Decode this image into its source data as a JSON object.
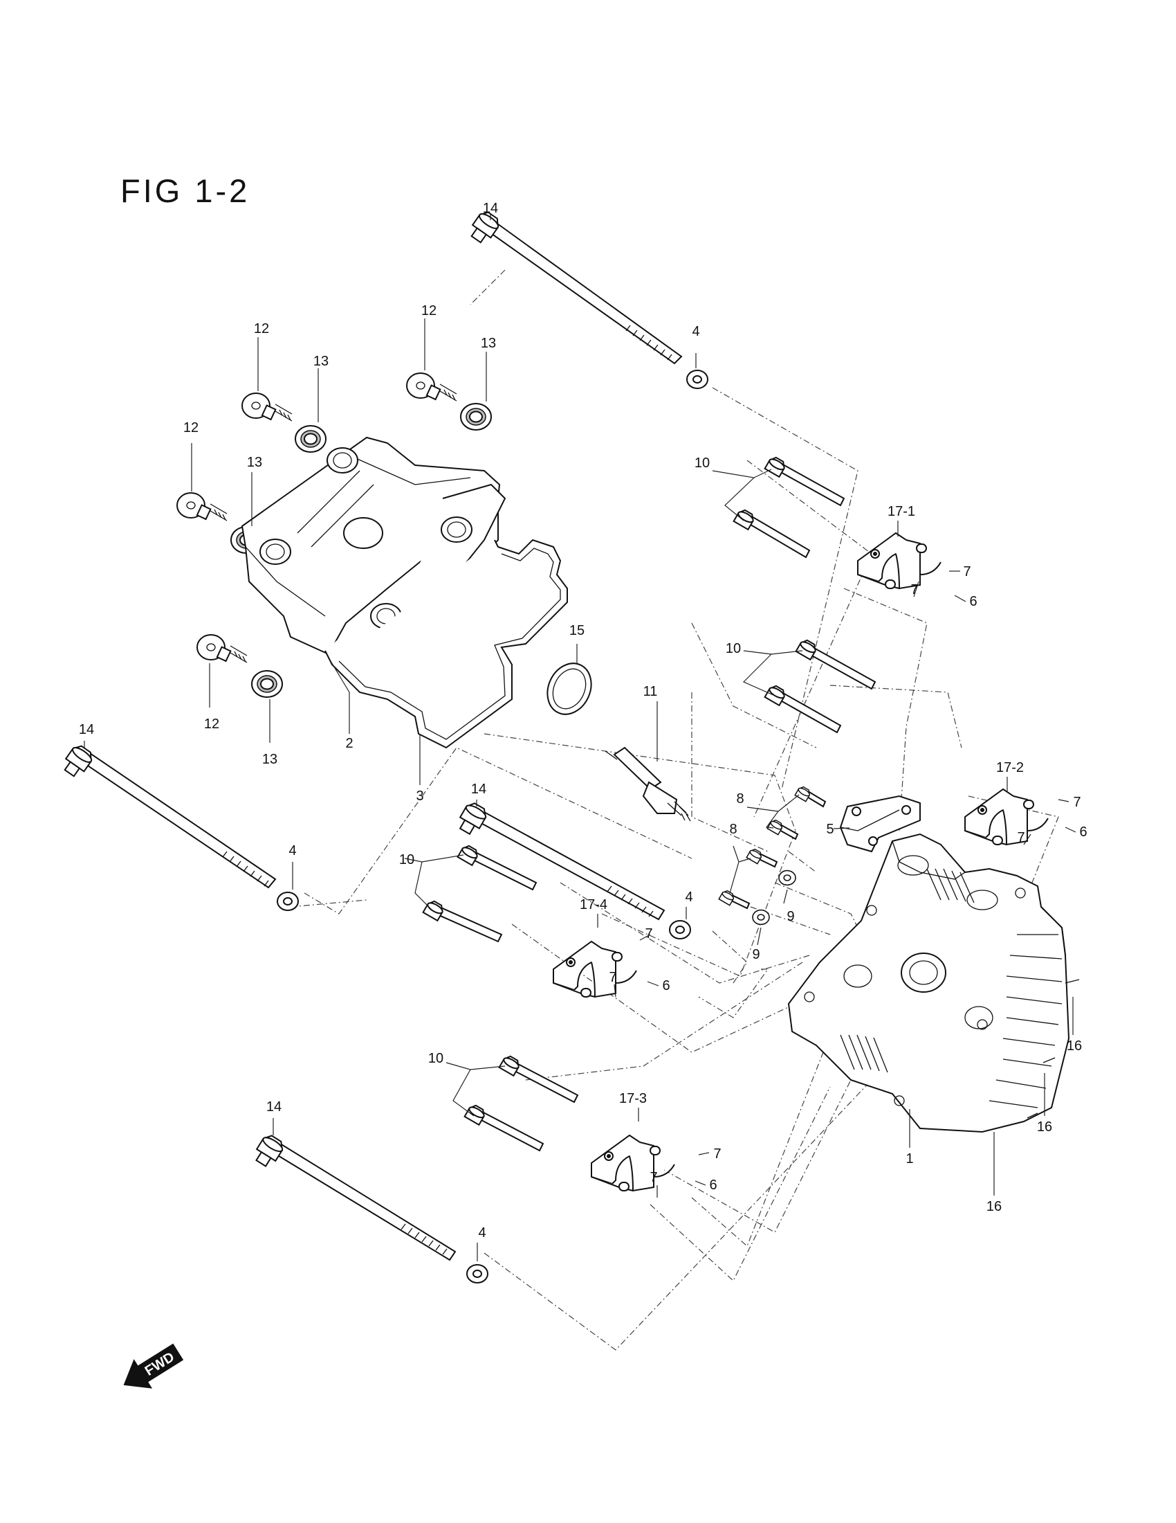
{
  "figure_title": "FIG 1-2",
  "fwd_label": "FWD",
  "labels": {
    "l1": "1",
    "l2": "2",
    "l3": "3",
    "l4a": "4",
    "l4b": "4",
    "l4c": "4",
    "l4d": "4",
    "l5": "5",
    "l6a": "6",
    "l6b": "6",
    "l6c": "6",
    "l6d": "6",
    "l7a": "7",
    "l7b": "7",
    "l7c": "7",
    "l7d": "7",
    "l7e": "7",
    "l7f": "7",
    "l7g": "7",
    "l7h": "7",
    "l8a": "8",
    "l8b": "8",
    "l9a": "9",
    "l9b": "9",
    "l10a": "10",
    "l10b": "10",
    "l10c": "10",
    "l10d": "10",
    "l11": "11",
    "l12a": "12",
    "l12b": "12",
    "l12c": "12",
    "l12d": "12",
    "l13a": "13",
    "l13b": "13",
    "l13c": "13",
    "l13d": "13",
    "l14a": "14",
    "l14b": "14",
    "l14c": "14",
    "l14d": "14",
    "l15": "15",
    "l16a": "16",
    "l16b": "16",
    "l16c": "16",
    "l171": "17-1",
    "l172": "17-2",
    "l173": "17-3",
    "l174": "17-4"
  }
}
